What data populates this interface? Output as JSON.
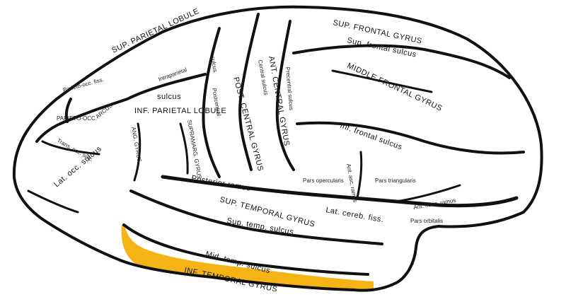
{
  "colors": {
    "highlight": "#F5B416",
    "outline": "#111111",
    "background": "#ffffff"
  },
  "labels": {
    "sup_parietal_lobule": "SUP. PARIETAL LOBULE",
    "intraparietal": "Intraparietal",
    "parieto_occ_fiss": "Parieto-occ. fiss.",
    "arcus": "ARCUS",
    "parieto_occ": "PARIETO-OCC.",
    "sulcus_ip": "sulcus",
    "inf_parietal_lobule": "INF. PARIETAL LOBULE",
    "postcentral": "Postcentral",
    "sulcus_postcentral": "sulcus",
    "post_central_gyrus": "POST. CENTRAL GYRUS",
    "central_sulcus": "Central sulcus",
    "ant_central_gyrus": "ANT. CENTRAL GYRUS",
    "precentral": "Precentral sulcus",
    "sup_frontal_gyrus": "SUP. FRONTAL GYRUS",
    "sup_frontal_sulcus": "Sup. frontal sulcus",
    "middle_frontal_gyrus": "MIDDLE FRONTAL GYRUS",
    "inf_frontal_sulcus": "Inf. frontal sulcus",
    "pars_opercularis": "Pars opercularis",
    "pars_triangularis": "Pars triangularis",
    "ant_asc_ramus": "Ant. asc. ramus",
    "ant_horiz_ramus": "Ant. horiz. ramus",
    "pars_orbitalis": "Pars orbitalis",
    "posterior_ramus": "Posterior ramus",
    "lat_cereb_fiss": "Lat. cereb. fiss.",
    "sup_temporal_gyrus": "SUP. TEMPORAL GYRUS",
    "sup_temp_sulcus": "Sup. temp. sulcus",
    "mid_temp_sulcus": "Mid. temp. sulcus",
    "inf_temporal_gyrus": "INF. TEMPORAL GYRUS",
    "ang_gyrus": "ANG. GYRUS",
    "supramarg_gyrus": "SUPRAMARG. GYRUS",
    "trans_occ_sulc": "Trans. occ. sulc.",
    "lat_occ_sulcus": "Lat. occ. sulcus"
  }
}
